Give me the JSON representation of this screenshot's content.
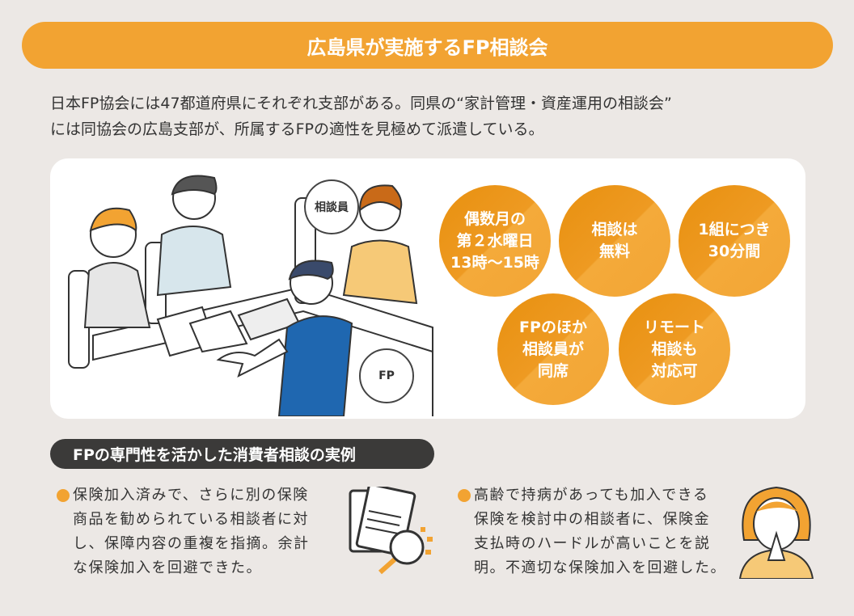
{
  "title": "広島県が実施するFP相談会",
  "intro": [
    "日本FP協会には47都道府県にそれぞれ支部がある。同県の“家計管理・資産運用の相談会”",
    "には同協会の広島支部が、所属するFPの適性を見極めて派遣している。"
  ],
  "illustration": {
    "label_counselor": "相談員",
    "label_fp": "FP"
  },
  "features": [
    {
      "lines": [
        "偶数月の",
        "第２水曜日",
        "13時～15時"
      ]
    },
    {
      "lines": [
        "相談は",
        "無料"
      ]
    },
    {
      "lines": [
        "1組につき",
        "30分間"
      ]
    },
    {
      "lines": [
        "FPのほか",
        "相談員が",
        "同席"
      ]
    },
    {
      "lines": [
        "リモート",
        "相談も",
        "対応可"
      ]
    }
  ],
  "examples_heading": "FPの専門性を活かした消費者相談の実例",
  "examples": [
    {
      "lines": [
        "保険加入済みで、さらに別の保険",
        "商品を勧められている相談者に対",
        "し、保障内容の重複を指摘。余計",
        "な保険加入を回避できた。"
      ]
    },
    {
      "lines": [
        "高齢で持病があっても加入できる",
        "保険を検討中の相談者に、保険金",
        "支払時のハードルが高いことを説",
        "明。不適切な保険加入を回避した。"
      ]
    }
  ],
  "colors": {
    "accent": "#f2a332",
    "dark": "#3b3a39",
    "background": "#ece8e5"
  }
}
